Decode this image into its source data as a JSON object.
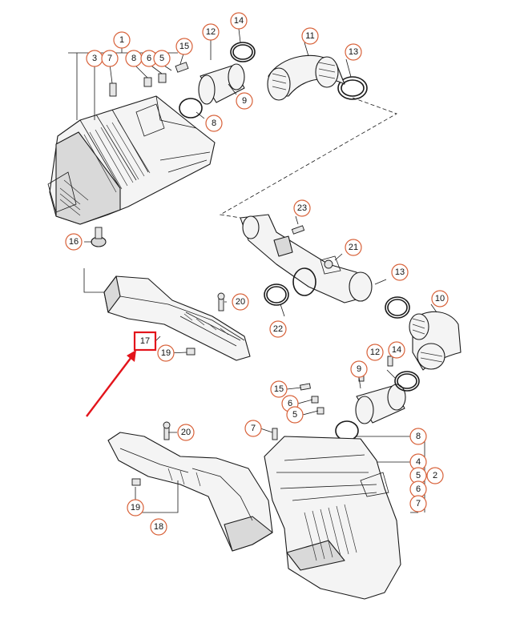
{
  "callouts": [
    {
      "id": "c1",
      "label": "1"
    },
    {
      "id": "c3",
      "label": "3"
    },
    {
      "id": "c7a",
      "label": "7"
    },
    {
      "id": "c8a",
      "label": "8"
    },
    {
      "id": "c6a",
      "label": "6"
    },
    {
      "id": "c5a",
      "label": "5"
    },
    {
      "id": "c15a",
      "label": "15"
    },
    {
      "id": "c12a",
      "label": "12"
    },
    {
      "id": "c14a",
      "label": "14"
    },
    {
      "id": "c11",
      "label": "11"
    },
    {
      "id": "c13a",
      "label": "13"
    },
    {
      "id": "c9a",
      "label": "9"
    },
    {
      "id": "c8b",
      "label": "8"
    },
    {
      "id": "c16",
      "label": "16"
    },
    {
      "id": "c23",
      "label": "23"
    },
    {
      "id": "c21",
      "label": "21"
    },
    {
      "id": "c13b",
      "label": "13"
    },
    {
      "id": "c10",
      "label": "10"
    },
    {
      "id": "c22",
      "label": "22"
    },
    {
      "id": "c20a",
      "label": "20"
    },
    {
      "id": "c17",
      "label": "17"
    },
    {
      "id": "c19a",
      "label": "19"
    },
    {
      "id": "c12b",
      "label": "12"
    },
    {
      "id": "c14b",
      "label": "14"
    },
    {
      "id": "c9b",
      "label": "9"
    },
    {
      "id": "c15b",
      "label": "15"
    },
    {
      "id": "c6b",
      "label": "6"
    },
    {
      "id": "c5b",
      "label": "5"
    },
    {
      "id": "c7b",
      "label": "7"
    },
    {
      "id": "c8c",
      "label": "8"
    },
    {
      "id": "c4",
      "label": "4"
    },
    {
      "id": "c2",
      "label": "2"
    },
    {
      "id": "c5c",
      "label": "5"
    },
    {
      "id": "c6c",
      "label": "6"
    },
    {
      "id": "c7c",
      "label": "7"
    },
    {
      "id": "c20b",
      "label": "20"
    },
    {
      "id": "c19b",
      "label": "19"
    },
    {
      "id": "c18",
      "label": "18"
    }
  ],
  "highlighted_part": "17",
  "colors": {
    "callout_ring": "#d8623a",
    "highlight": "#e3141b",
    "line": "#1a1a1a"
  }
}
